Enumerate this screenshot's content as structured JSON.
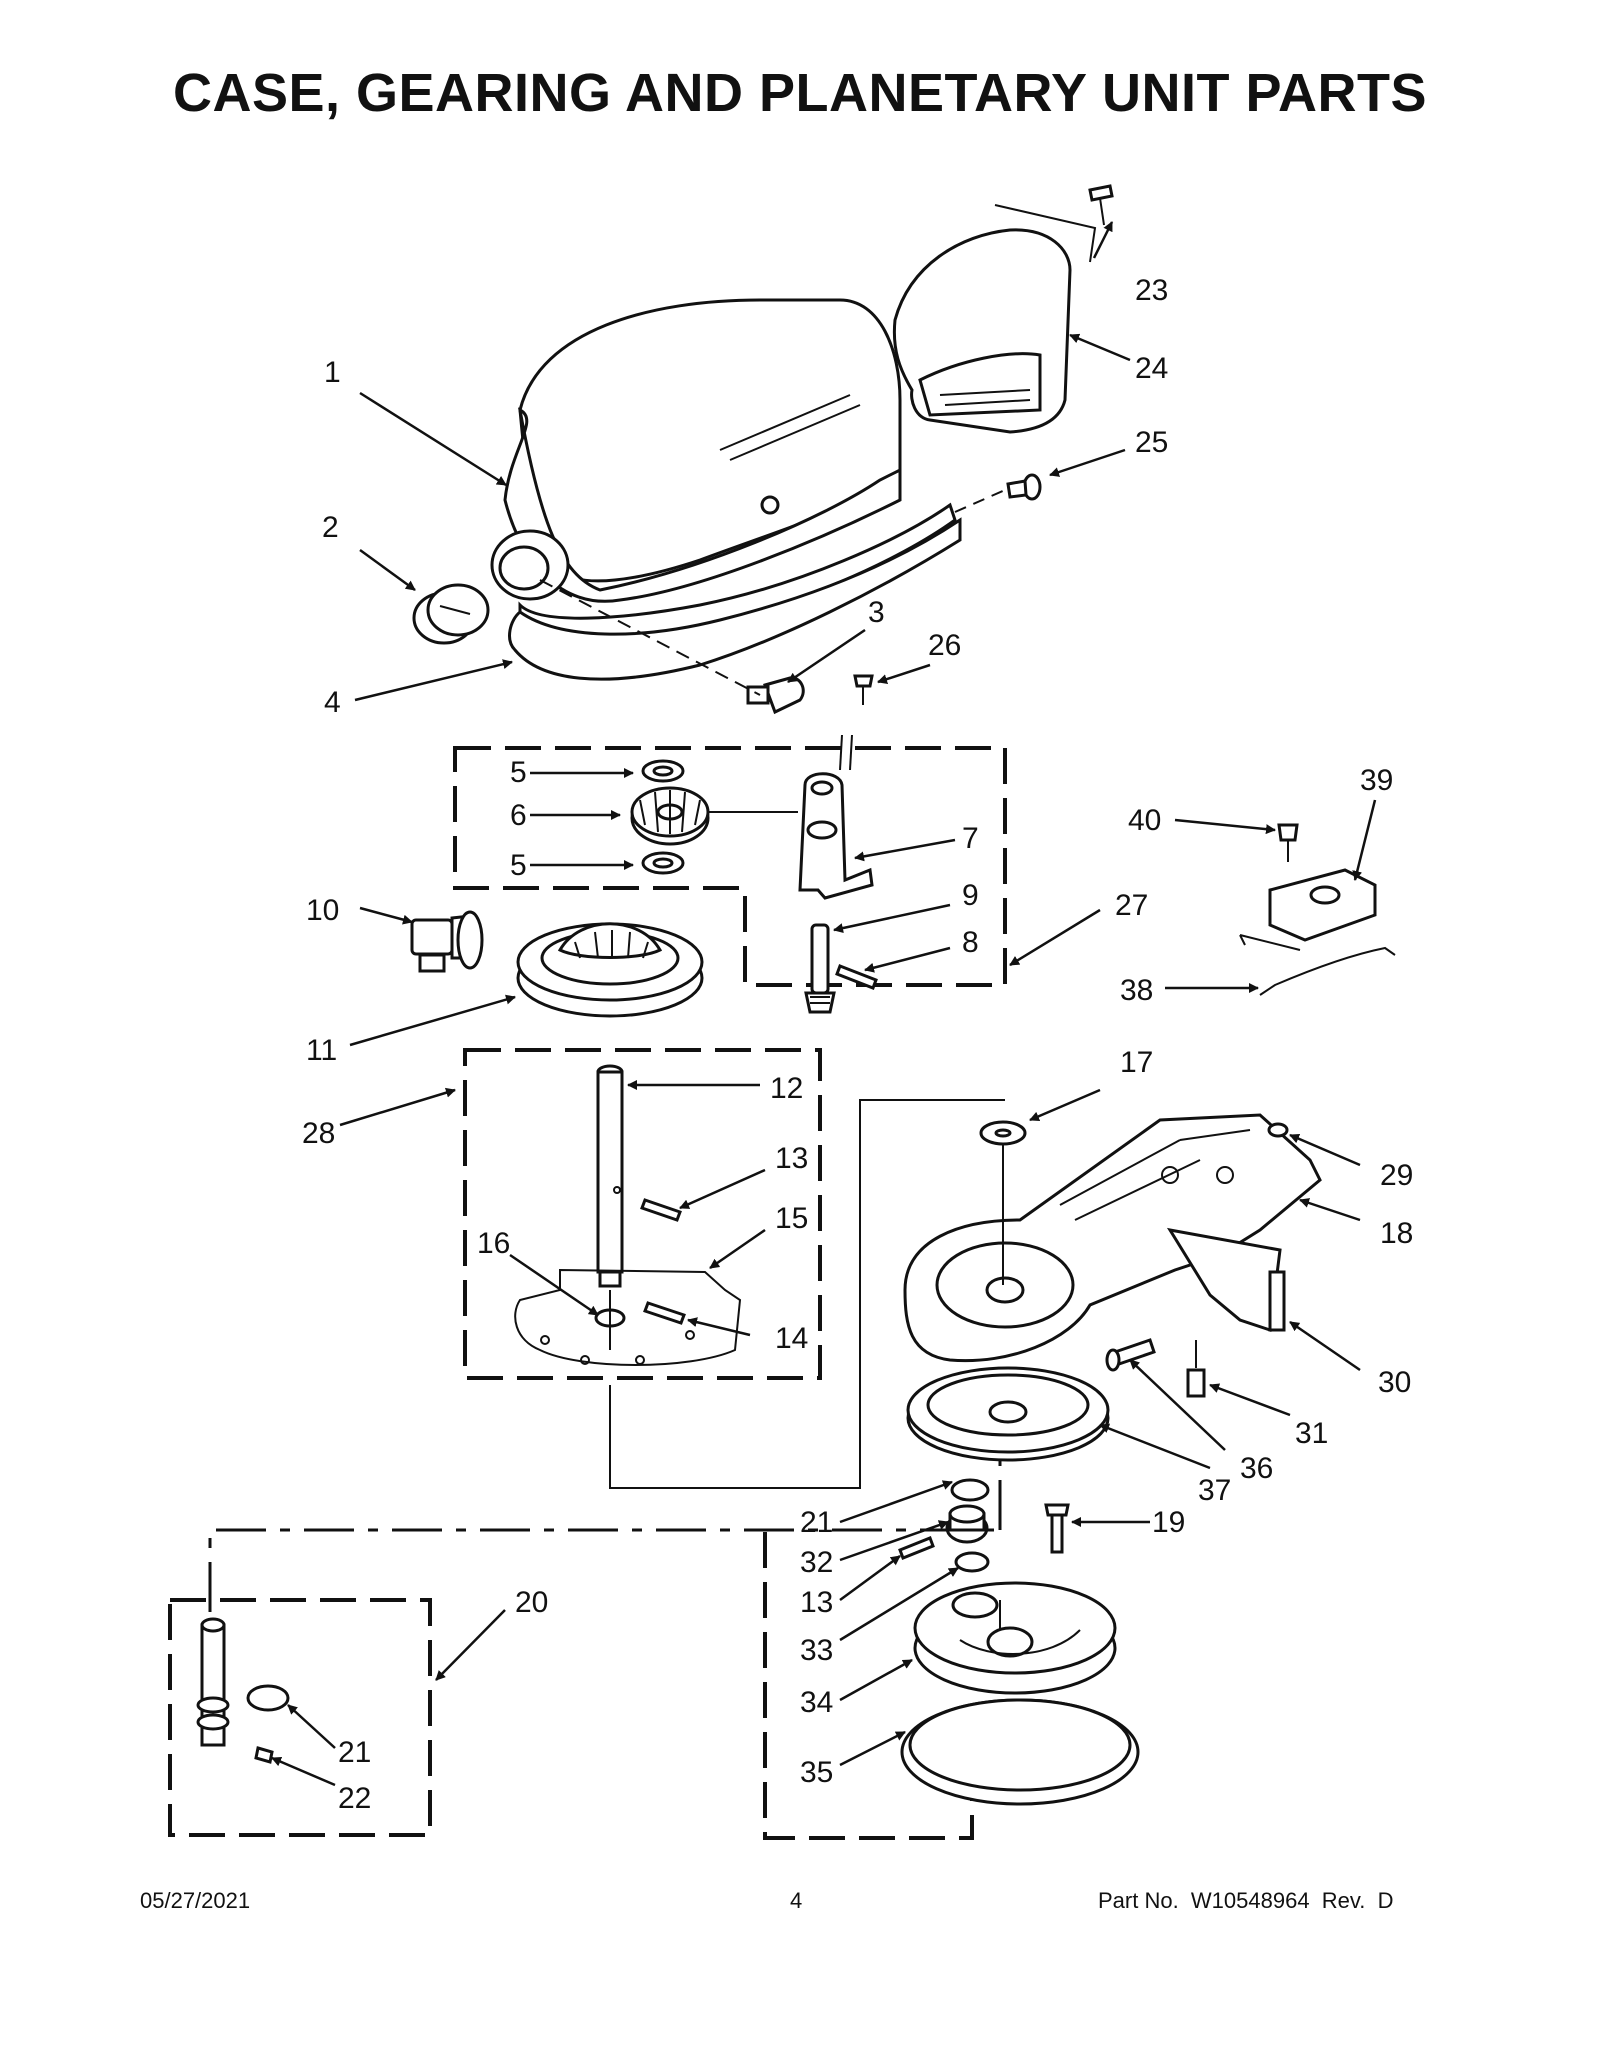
{
  "title": "CASE, GEARING AND PLANETARY UNIT PARTS",
  "callouts": {
    "c1": "1",
    "c2": "2",
    "c3": "3",
    "c4": "4",
    "c5a": "5",
    "c5b": "5",
    "c6": "6",
    "c7": "7",
    "c8": "8",
    "c9": "9",
    "c10": "10",
    "c11": "11",
    "c12": "12",
    "c13a": "13",
    "c13b": "13",
    "c14": "14",
    "c15": "15",
    "c16": "16",
    "c17": "17",
    "c18": "18",
    "c19": "19",
    "c20": "20",
    "c21a": "21",
    "c21b": "21",
    "c22": "22",
    "c23": "23",
    "c24": "24",
    "c25": "25",
    "c26": "26",
    "c27": "27",
    "c28": "28",
    "c29": "29",
    "c30": "30",
    "c31": "31",
    "c32": "32",
    "c33": "33",
    "c34": "34",
    "c35": "35",
    "c36": "36",
    "c37": "37",
    "c38": "38",
    "c39": "39",
    "c40": "40"
  },
  "footer": {
    "date": "05/27/2021",
    "page": "4",
    "part_no": "Part No.  W10548964  Rev.  D"
  }
}
